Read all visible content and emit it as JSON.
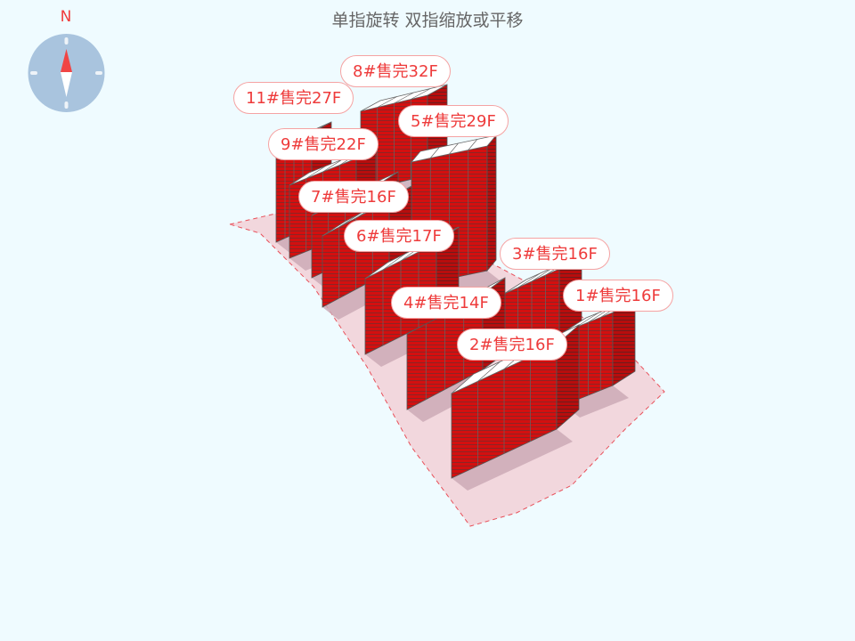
{
  "header": {
    "title": "单指旋转 双指缩放或平移"
  },
  "compass": {
    "north_label": "N",
    "icon": "compass-icon"
  },
  "colors": {
    "sold": "#d40f0f",
    "label_text": "#ee3b3b",
    "site": "#f2d7dd"
  },
  "buildings": [
    {
      "id": "11",
      "label": "11#售完27F"
    },
    {
      "id": "8",
      "label": "8#售完32F"
    },
    {
      "id": "9",
      "label": "9#售完22F"
    },
    {
      "id": "5",
      "label": "5#售完29F"
    },
    {
      "id": "7",
      "label": "7#售完16F"
    },
    {
      "id": "6",
      "label": "6#售完17F"
    },
    {
      "id": "3",
      "label": "3#售完16F"
    },
    {
      "id": "4",
      "label": "4#售完14F"
    },
    {
      "id": "1",
      "label": "1#售完16F"
    },
    {
      "id": "2",
      "label": "2#售完16F"
    }
  ]
}
